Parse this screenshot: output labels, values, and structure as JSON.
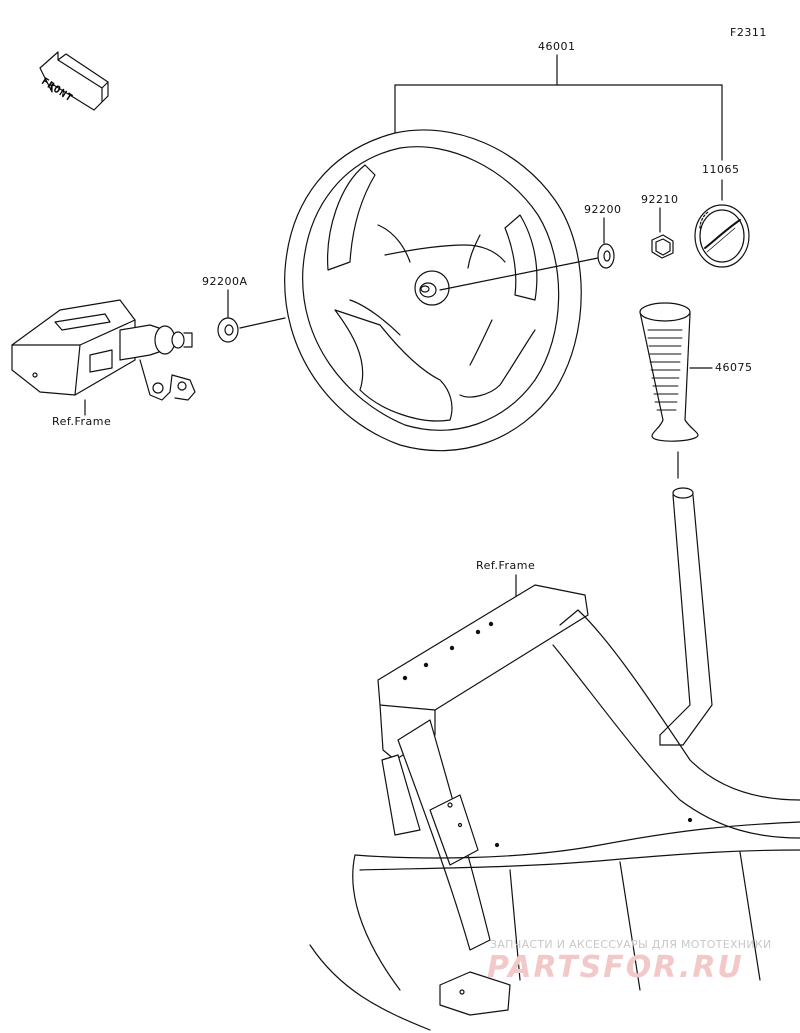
{
  "diagram_code": "F2311",
  "front_label": "FRONT",
  "parts": {
    "steering_wheel": "46001",
    "emblem": "11065",
    "washer": "92200",
    "nut": "92210",
    "washer_a": "92200A",
    "grip": "46075"
  },
  "refs": {
    "ref_frame_upper": "Ref.Frame",
    "ref_frame_lower": "Ref.Frame"
  },
  "watermark": {
    "tagline": "ЗАПЧАСТИ И АКСЕССУАРЫ ДЛЯ МОТОТЕХНИКИ",
    "logo": "PARTSFOR.RU"
  },
  "colors": {
    "line": "#111111",
    "watermark_text": "#c8c8c8",
    "watermark_logo": "#f2c8c8"
  }
}
